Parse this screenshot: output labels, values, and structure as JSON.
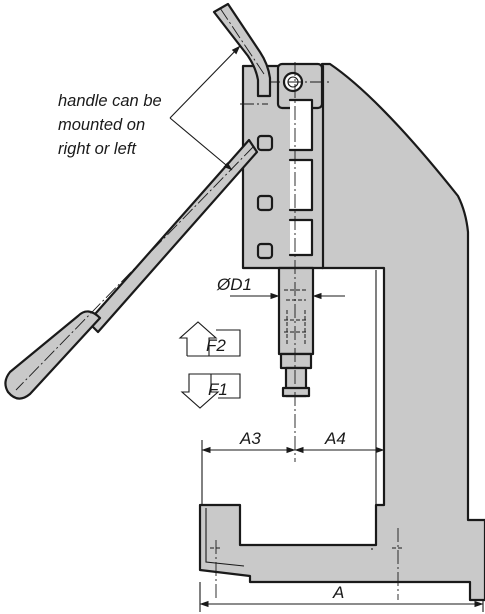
{
  "annotation": {
    "lines": [
      "handle can be",
      "mounted on",
      "right or left"
    ]
  },
  "labels": {
    "d1": "ØD1",
    "f2": "F2",
    "f1": "F1",
    "a3": "A3",
    "a4": "A4",
    "a": "A"
  },
  "colors": {
    "body_fill": "#c9c9c9",
    "outline": "#1a1a1a",
    "background": "#ffffff"
  }
}
